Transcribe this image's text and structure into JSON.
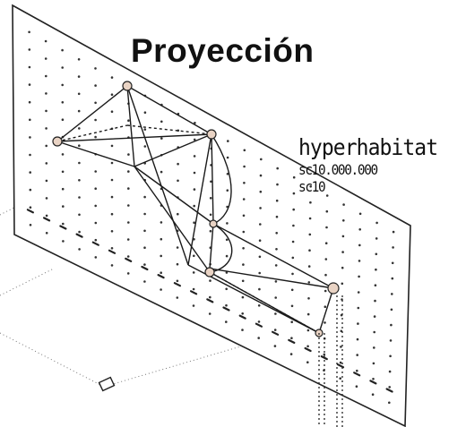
{
  "title": "Proyección",
  "label": {
    "main": "hyperhabitat",
    "scale1": "sc10.000.000",
    "scale2": "sc10"
  },
  "colors": {
    "ink": "#111111",
    "paper": "#ffffff",
    "wash": "#e9d3c4"
  }
}
